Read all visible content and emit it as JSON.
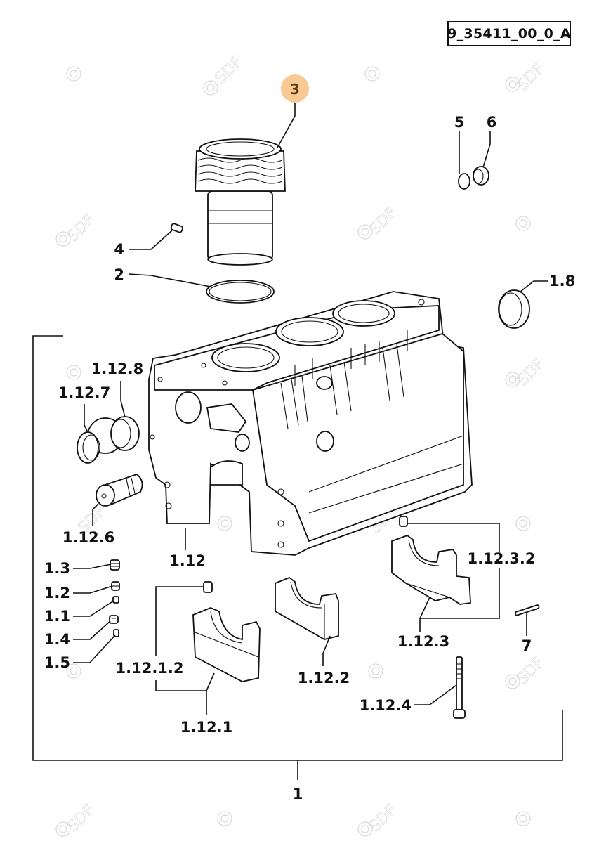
{
  "diagram": {
    "reference_code": "9_35411_00_0_A",
    "highlight_color": "#f8c992",
    "watermark_text": "SDF",
    "highlighted_callout": "3",
    "callouts": {
      "c1": "1",
      "c1_1": "1.1",
      "c1_2": "1.2",
      "c1_3": "1.3",
      "c1_4": "1.4",
      "c1_5": "1.5",
      "c1_8": "1.8",
      "c1_12": "1.12",
      "c1_12_1": "1.12.1",
      "c1_12_1_2": "1.12.1.2",
      "c1_12_2": "1.12.2",
      "c1_12_3": "1.12.3",
      "c1_12_3_2": "1.12.3.2",
      "c1_12_4": "1.12.4",
      "c1_12_6": "1.12.6",
      "c1_12_7": "1.12.7",
      "c1_12_8": "1.12.8",
      "c2": "2",
      "c3": "3",
      "c4": "4",
      "c5": "5",
      "c6": "6",
      "c7": "7"
    }
  }
}
